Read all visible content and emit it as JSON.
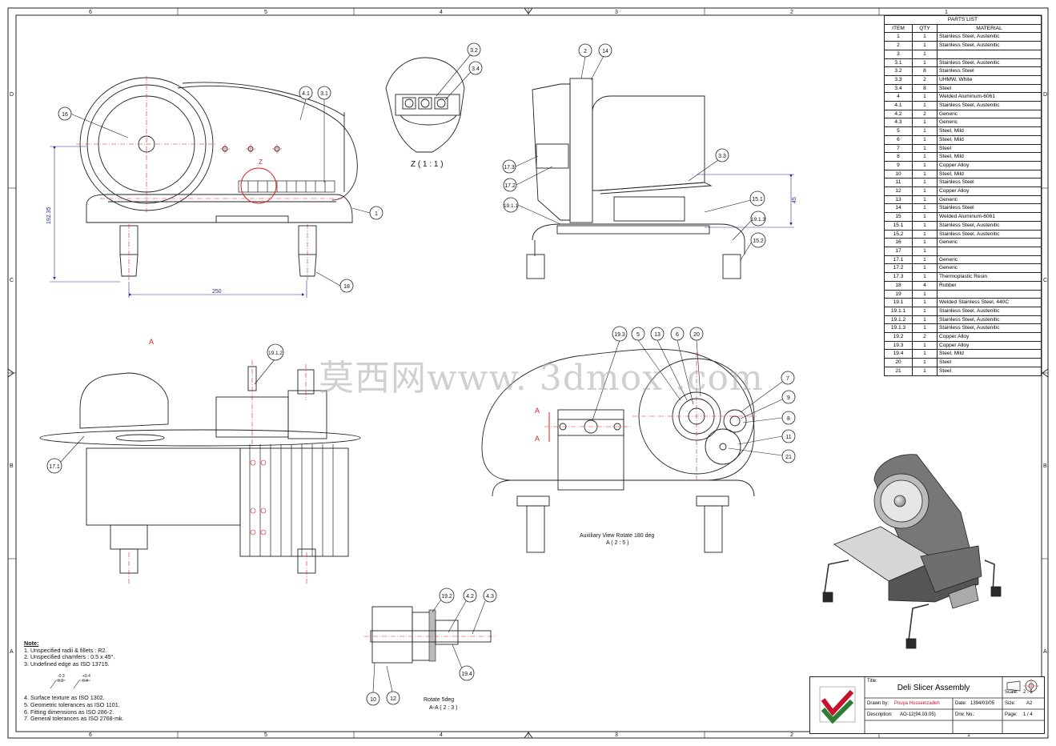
{
  "zone_columns": [
    "6",
    "5",
    "4",
    "3",
    "2",
    "1"
  ],
  "zone_rows": [
    "D",
    "C",
    "B",
    "A"
  ],
  "views": {
    "detail_z_label": "Z ( 1 : 1 )",
    "detail_z_marker": "Z",
    "aux_view_label": "Auxiliary View Rotate 180 deg",
    "aux_view_scale": "A ( 2 : 5 )",
    "section_marker": "A",
    "section_view_label": "Rotate 5deg",
    "section_view_scale": "A-A ( 2 : 3 )"
  },
  "dimensions": {
    "height": "192.35",
    "width": "250",
    "slope": "45"
  },
  "balloons": {
    "front": [
      "16",
      "4.1",
      "3.1",
      "1",
      "18"
    ],
    "detail": [
      "3.2",
      "3.4"
    ],
    "side": [
      "2",
      "14",
      "17.3",
      "17.2",
      "19.1.1",
      "3.3",
      "15.1",
      "19.1.3",
      "15.2"
    ],
    "top": [
      "19.1.2",
      "17.1"
    ],
    "aux": [
      "19.3",
      "5",
      "13",
      "6",
      "20",
      "7",
      "9",
      "8",
      "11",
      "21"
    ],
    "section": [
      "19.2",
      "4.2",
      "4.3",
      "19.4",
      "10",
      "12"
    ]
  },
  "parts_list": {
    "title": "PARTS LIST",
    "headers": [
      "ITEM",
      "QTY",
      "MATERIAL"
    ],
    "rows": [
      [
        "1",
        "1",
        "Stainless Steel, Austenitic"
      ],
      [
        "2",
        "1",
        "Stainless Steel, Austenitic"
      ],
      [
        "3",
        "1",
        ""
      ],
      [
        "3.1",
        "1",
        "Stainless Steel, Austenitic"
      ],
      [
        "3.2",
        "8",
        "Stainless Steel"
      ],
      [
        "3.3",
        "2",
        "UHMW, White"
      ],
      [
        "3.4",
        "8",
        "Steel"
      ],
      [
        "4",
        "1",
        "Welded Aluminum-6061"
      ],
      [
        "4.1",
        "1",
        "Stainless Steel, Austenitic"
      ],
      [
        "4.2",
        "2",
        "Generic"
      ],
      [
        "4.3",
        "1",
        "Generic"
      ],
      [
        "5",
        "1",
        "Steel, Mild"
      ],
      [
        "6",
        "1",
        "Steel, Mild"
      ],
      [
        "7",
        "1",
        "Steel"
      ],
      [
        "8",
        "1",
        "Steel, Mild"
      ],
      [
        "9",
        "1",
        "Copper Alloy"
      ],
      [
        "10",
        "1",
        "Steel, Mild"
      ],
      [
        "11",
        "1",
        "Stainless Steel"
      ],
      [
        "12",
        "1",
        "Copper Alloy"
      ],
      [
        "13",
        "1",
        "Generic"
      ],
      [
        "14",
        "1",
        "Stainless Steel"
      ],
      [
        "15",
        "1",
        "Welded Aluminum-6061"
      ],
      [
        "15.1",
        "1",
        "Stainless Steel, Austenitic"
      ],
      [
        "15.2",
        "1",
        "Stainless Steel, Austenitic"
      ],
      [
        "16",
        "1",
        "Generic"
      ],
      [
        "17",
        "1",
        ""
      ],
      [
        "17.1",
        "1",
        "Generic"
      ],
      [
        "17.2",
        "1",
        "Generic"
      ],
      [
        "17.3",
        "1",
        "Thermoplastic Resin"
      ],
      [
        "18",
        "4",
        "Rubber"
      ],
      [
        "19",
        "1",
        ""
      ],
      [
        "19.1",
        "1",
        "Welded Stainless Steel, 440C"
      ],
      [
        "19.1.1",
        "1",
        "Stainless Steel, Austenitic"
      ],
      [
        "19.1.2",
        "1",
        "Stainless Steel, Austenitic"
      ],
      [
        "19.1.3",
        "1",
        "Stainless Steel, Austenitic"
      ],
      [
        "19.2",
        "2",
        "Copper Alloy"
      ],
      [
        "19.3",
        "1",
        "Copper Alloy"
      ],
      [
        "19.4",
        "1",
        "Steel, Mild"
      ],
      [
        "20",
        "1",
        "Steel"
      ],
      [
        "21",
        "1",
        "Steel"
      ]
    ]
  },
  "notes": {
    "heading": "Note:",
    "items": [
      "1. Unspecified radii & fillets : R2.",
      "2. Unspecified chamfers : 0.5 x 45°.",
      "3. Undefined edge as ISO 13715.",
      "4. Surface texture as ISO 1302.",
      "5. Geometric tolerances as ISO 1101.",
      "6. Fitting dimensions as ISO 286-2.",
      "7. General tolerances as ISO 2768-mk."
    ],
    "edge_sym_1": [
      "-0.3",
      "0.3"
    ],
    "edge_sym_2": [
      "+0.4",
      "0.4"
    ]
  },
  "title_block": {
    "title_label": "Title:",
    "title": "Deli Slicer Assembly",
    "drawn_by_label": "Drawn by:",
    "drawn_by": "Pouya Hosseinzadeh",
    "date_label": "Date:",
    "date": "1394/03/05",
    "scale_label": "Scale:",
    "scale": "2 : 5",
    "size_label": "Size:",
    "size": "A2",
    "description_label": "Description:",
    "description": "AO-12(94.03.05)",
    "drw_no_label": "Drw. No.:",
    "drw_no": "",
    "page_label": "Page:",
    "page": "1 / 4"
  },
  "watermark": "莫西网www. 3dmox .com",
  "colors": {
    "line": "#222222",
    "center_line": "#dd2222",
    "dimension": "#2a2a9a",
    "logo_red": "#c8102e",
    "logo_green": "#2e7d32"
  }
}
